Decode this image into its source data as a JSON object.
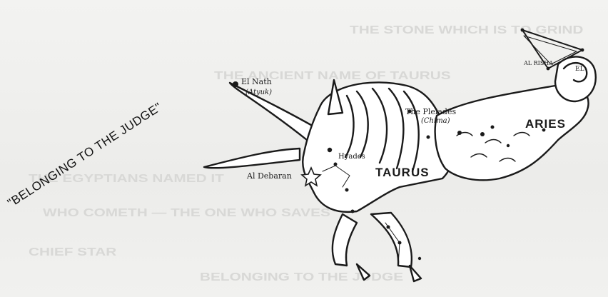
{
  "caption": "\"BELONGING TO THE JUDGE\"",
  "constellations": {
    "taurus": "TAURUS",
    "aries": "ARIES"
  },
  "stars": {
    "el_nath": "El Nath",
    "el_nath_alt": "(Atyuk)",
    "pleiades": "The Pleiades",
    "pleiades_alt": "(Chima)",
    "hyades": "Hyades",
    "al_debaran": "Al Debaran",
    "al_risha": "AL RISHA",
    "el": "EL"
  },
  "background_text": [
    "THE STONE WHICH IS TO GRIND",
    "THE ANCIENT NAME OF TAURUS",
    "THE EGYPTIANS NAMED IT",
    "WHO COMETH — THE ONE WHO SAVES",
    "CHIEF STAR",
    "BELONGING TO THE JUDGE"
  ],
  "colors": {
    "ink": "#1a1a1a",
    "paper": "#f4f4f2",
    "ghost": "#d8d8d6"
  }
}
